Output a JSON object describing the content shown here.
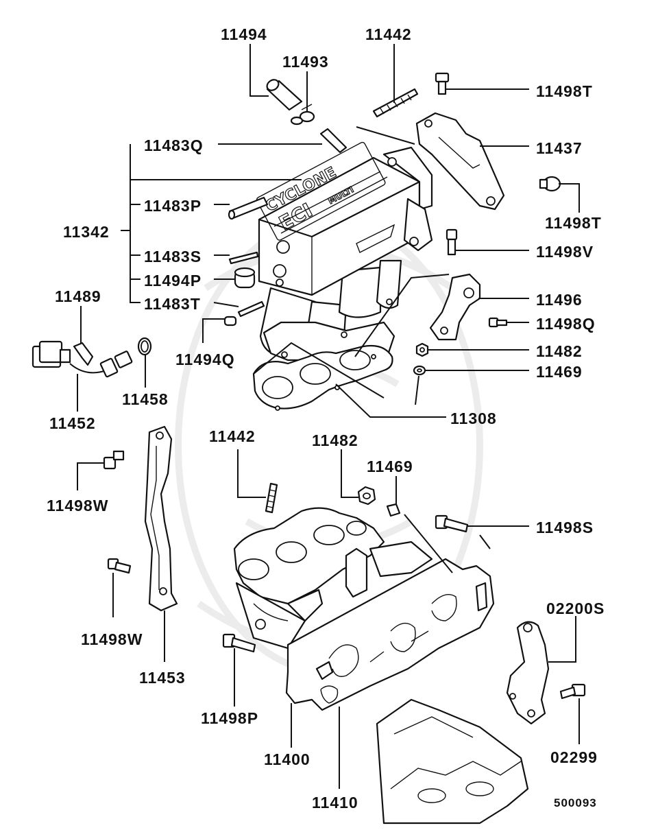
{
  "diagram": {
    "reference_code": "500093",
    "casting_lettering": [
      "CYCLONE",
      "ECI",
      "MULTI"
    ],
    "labels": [
      {
        "id": "11494-top",
        "text": "11494"
      },
      {
        "id": "11493",
        "text": "11493"
      },
      {
        "id": "11442-top",
        "text": "11442"
      },
      {
        "id": "11498T-a",
        "text": "11498T"
      },
      {
        "id": "11437",
        "text": "11437"
      },
      {
        "id": "11498T-b",
        "text": "11498T"
      },
      {
        "id": "11483Q",
        "text": "11483Q"
      },
      {
        "id": "11483P",
        "text": "11483P"
      },
      {
        "id": "11342",
        "text": "11342"
      },
      {
        "id": "11483S",
        "text": "11483S"
      },
      {
        "id": "11494P",
        "text": "11494P"
      },
      {
        "id": "11483T",
        "text": "11483T"
      },
      {
        "id": "11498V",
        "text": "11498V"
      },
      {
        "id": "11496",
        "text": "11496"
      },
      {
        "id": "11498Q",
        "text": "11498Q"
      },
      {
        "id": "11482-top",
        "text": "11482"
      },
      {
        "id": "11469-top",
        "text": "11469"
      },
      {
        "id": "11308",
        "text": "11308"
      },
      {
        "id": "11489",
        "text": "11489"
      },
      {
        "id": "11458",
        "text": "11458"
      },
      {
        "id": "11452",
        "text": "11452"
      },
      {
        "id": "11494Q",
        "text": "11494Q"
      },
      {
        "id": "11442-mid",
        "text": "11442"
      },
      {
        "id": "11482-mid",
        "text": "11482"
      },
      {
        "id": "11469-mid",
        "text": "11469"
      },
      {
        "id": "11498W-a",
        "text": "11498W"
      },
      {
        "id": "11498S",
        "text": "11498S"
      },
      {
        "id": "11498W-b",
        "text": "11498W"
      },
      {
        "id": "11453",
        "text": "11453"
      },
      {
        "id": "02200S",
        "text": "02200S"
      },
      {
        "id": "11498P",
        "text": "11498P"
      },
      {
        "id": "02299",
        "text": "02299"
      },
      {
        "id": "11400",
        "text": "11400"
      },
      {
        "id": "11410",
        "text": "11410"
      }
    ]
  }
}
